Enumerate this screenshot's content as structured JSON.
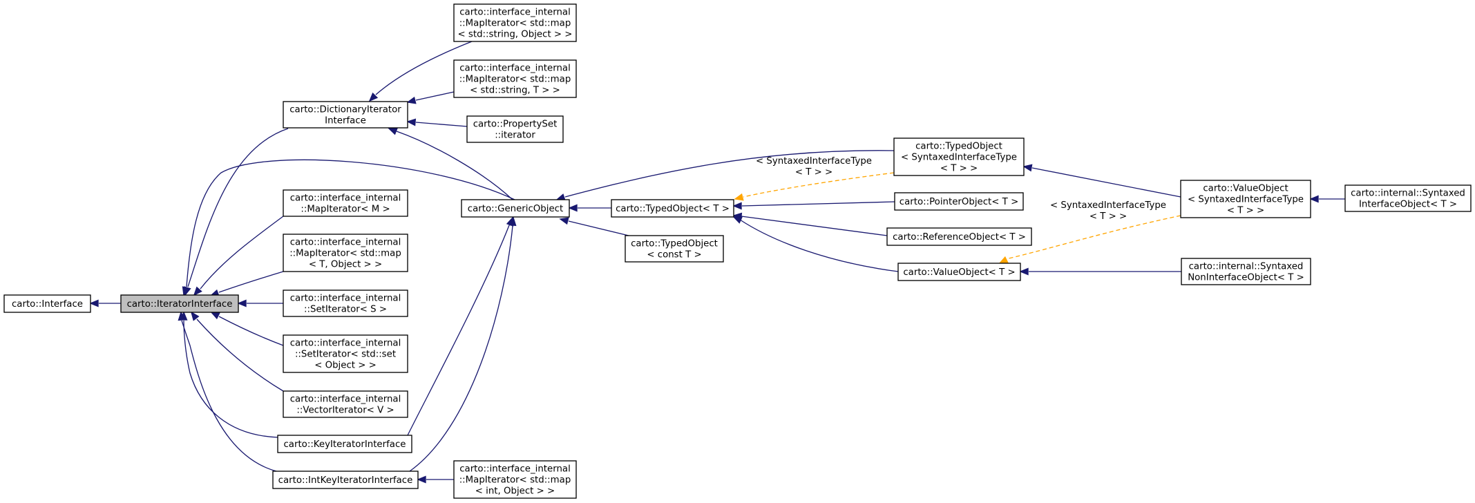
{
  "colors": {
    "inheritance_edge": "#191970",
    "template_edge": "#ffa500",
    "highlight_fill": "#bfbfbf",
    "node_fill": "#ffffff"
  },
  "nodes": {
    "interface": [
      "carto::Interface"
    ],
    "iterator_interface": [
      "carto::IteratorInterface"
    ],
    "dictionary_iterator_interface": [
      "carto::DictionaryIterator",
      "Interface"
    ],
    "map_iterator_string_object": [
      "carto::interface_internal",
      "::MapIterator< std::map",
      "< std::string, Object > >"
    ],
    "map_iterator_string_t": [
      "carto::interface_internal",
      "::MapIterator< std::map",
      "< std::string, T > >"
    ],
    "property_set_iterator": [
      "carto::PropertySet",
      "::iterator"
    ],
    "map_iterator_m": [
      "carto::interface_internal",
      "::MapIterator< M >"
    ],
    "map_iterator_t_object": [
      "carto::interface_internal",
      "::MapIterator< std::map",
      "< T, Object > >"
    ],
    "set_iterator_s": [
      "carto::interface_internal",
      "::SetIterator< S >"
    ],
    "set_iterator_object": [
      "carto::interface_internal",
      "::SetIterator< std::set",
      "< Object > >"
    ],
    "vector_iterator_v": [
      "carto::interface_internal",
      "::VectorIterator< V >"
    ],
    "key_iterator_interface": [
      "carto::KeyIteratorInterface"
    ],
    "int_key_iterator_interface": [
      "carto::IntKeyIteratorInterface"
    ],
    "map_iterator_int_object": [
      "carto::interface_internal",
      "::MapIterator< std::map",
      "< int, Object > >"
    ],
    "generic_object": [
      "carto::GenericObject"
    ],
    "typed_object_t": [
      "carto::TypedObject< T >"
    ],
    "typed_object_const_t": [
      "carto::TypedObject",
      "< const T >"
    ],
    "typed_object_syntaxed": [
      "carto::TypedObject",
      "< SyntaxedInterfaceType",
      "< T > >"
    ],
    "pointer_object_t": [
      "carto::PointerObject< T >"
    ],
    "reference_object_t": [
      "carto::ReferenceObject< T >"
    ],
    "value_object_t": [
      "carto::ValueObject< T >"
    ],
    "value_object_syntaxed": [
      "carto::ValueObject",
      "< SyntaxedInterfaceType",
      "< T > >"
    ],
    "syntaxed_interface_object": [
      "carto::internal::Syntaxed",
      "InterfaceObject< T >"
    ],
    "syntaxed_non_interface_object": [
      "carto::internal::Syntaxed",
      "NonInterfaceObject< T >"
    ]
  },
  "edge_labels": {
    "typed_object_template": [
      "< SyntaxedInterfaceType",
      "< T > >"
    ],
    "value_object_template": [
      "< SyntaxedInterfaceType",
      "< T > >"
    ]
  }
}
